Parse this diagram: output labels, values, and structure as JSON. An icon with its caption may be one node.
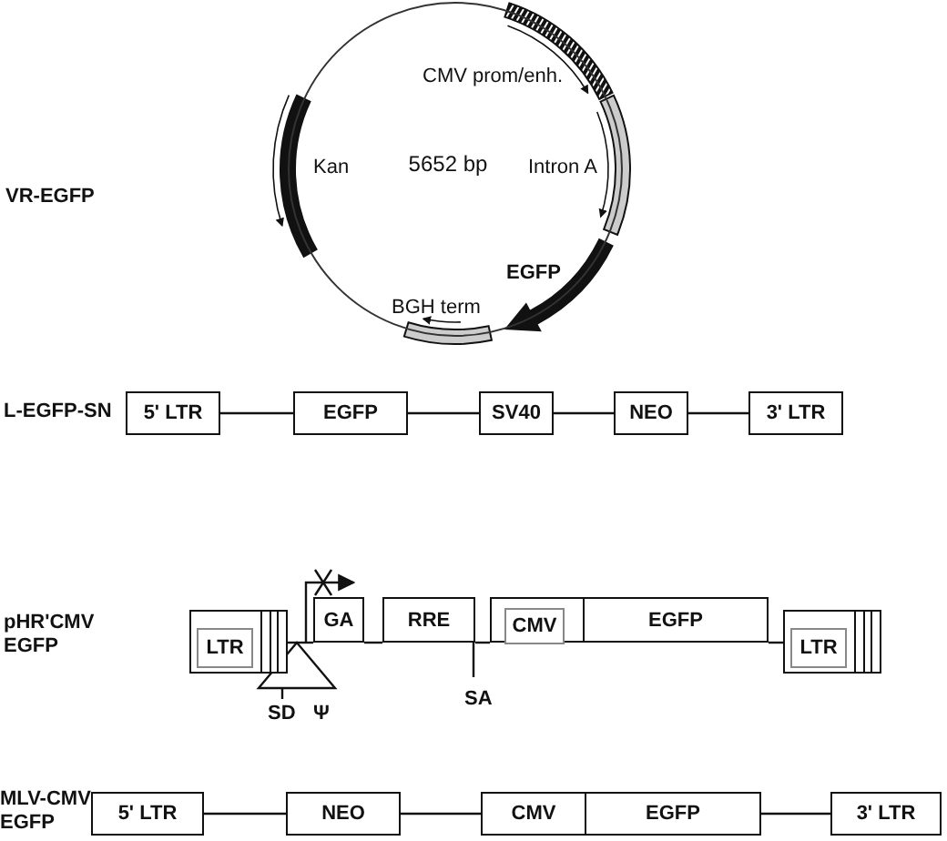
{
  "diagram": {
    "nodes": [
      {
        "text": [
          "5652 bp"
        ]
      },
      {
        "text": [
          "5' LTR"
        ]
      },
      {
        "text": [
          "EGFP"
        ]
      },
      {
        "text": [
          "SV40"
        ]
      },
      {
        "text": [
          "NEO"
        ]
      },
      {
        "text": [
          "3' LTR"
        ]
      },
      {
        "text": [],
        "shape": "box"
      },
      {
        "text": [
          "LTR"
        ],
        "in": 6
      },
      {
        "text": [
          "GA"
        ]
      },
      {
        "text": [
          "RRE"
        ]
      },
      {
        "text": [],
        "shape": "box"
      },
      {
        "text": [
          "CMV"
        ],
        "in": 10
      },
      {
        "text": [
          "EGFP"
        ]
      },
      {
        "text": [],
        "shape": "box"
      },
      {
        "text": [
          "LTR"
        ],
        "in": 13
      },
      {
        "text": [
          "5' LTR"
        ]
      },
      {
        "text": [
          "NEO"
        ]
      },
      {
        "text": [
          "CMV"
        ]
      },
      {
        "text": [
          "EGFP"
        ]
      },
      {
        "text": [
          "3' LTR"
        ]
      }
    ],
    "edges": [
      {
        "from": 1,
        "to": 2,
        "arrow": "none"
      },
      {
        "from": 2,
        "to": 3,
        "arrow": "none"
      },
      {
        "from": 3,
        "to": 4,
        "arrow": "none"
      },
      {
        "from": 4,
        "to": 5,
        "arrow": "none"
      },
      {
        "from": 6,
        "to": 8,
        "arrow": "none"
      },
      {
        "from": 8,
        "to": 9,
        "arrow": "none"
      },
      {
        "from": 9,
        "to": 10,
        "arrow": "none"
      },
      {
        "from": 12,
        "to": 13,
        "arrow": "none"
      },
      {
        "from": 15,
        "to": 16,
        "arrow": "none"
      },
      {
        "from": 16,
        "to": 17,
        "arrow": "none"
      },
      {
        "from": 18,
        "to": 19,
        "arrow": "none"
      }
    ],
    "labels": [
      "CMV prom/enh.",
      "VR-EGFP",
      "Kan",
      "Intron A",
      "EGFP",
      "BGH term",
      "L-EGFP-SN",
      "pHR'CMV EGFP",
      "SA",
      "SD",
      "Ψ",
      "MLV-CMV EGFP"
    ]
  }
}
